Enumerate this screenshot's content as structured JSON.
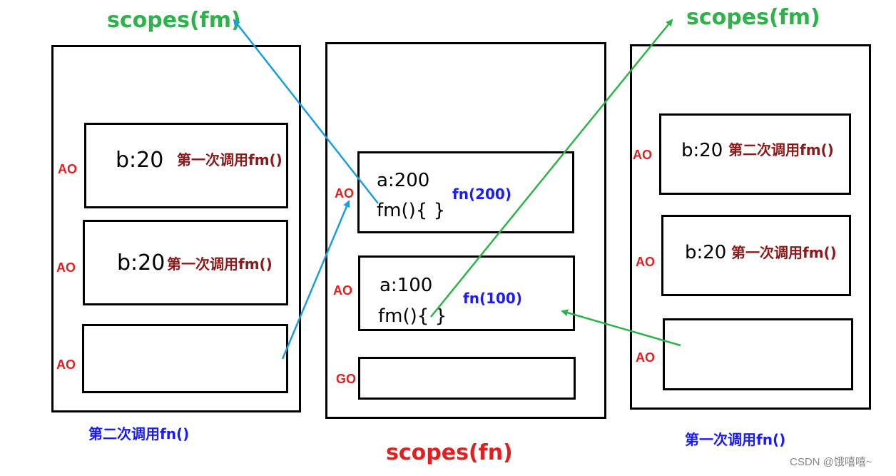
{
  "colors": {
    "green": "#2db34a",
    "blue_arrow": "#1a9de0",
    "red": "#e02020",
    "note": "#8b1a1a",
    "blue_text": "#1a1aff"
  },
  "center": {
    "ao_top": "AO",
    "top_value": "a:200",
    "top_func": "fm(){ }",
    "top_label": "fn(200)",
    "ao_mid": "AO",
    "mid_value": "a:100",
    "mid_func": "fm(){ }",
    "mid_label": "fn(100)",
    "go": "GO",
    "caption": "scopes(fn)"
  },
  "left": {
    "heading": "scopes(fm)",
    "ao1": "AO",
    "b1": "b:20",
    "note1": "第一次调用fm()",
    "ao2": "AO",
    "b2": "b:20",
    "note2": "第一次调用fm()",
    "ao3": "AO",
    "caption": "第二次调用fn()"
  },
  "right": {
    "heading": "scopes(fm)",
    "ao1": "AO",
    "b1": "b:20",
    "note1": "第二次调用fm()",
    "ao2": "AO",
    "b2": "b:20",
    "note2": "第一次调用fm()",
    "ao3": "AO",
    "caption": "第一次调用fn()"
  },
  "watermark": "CSDN @饿嘻嘻~"
}
